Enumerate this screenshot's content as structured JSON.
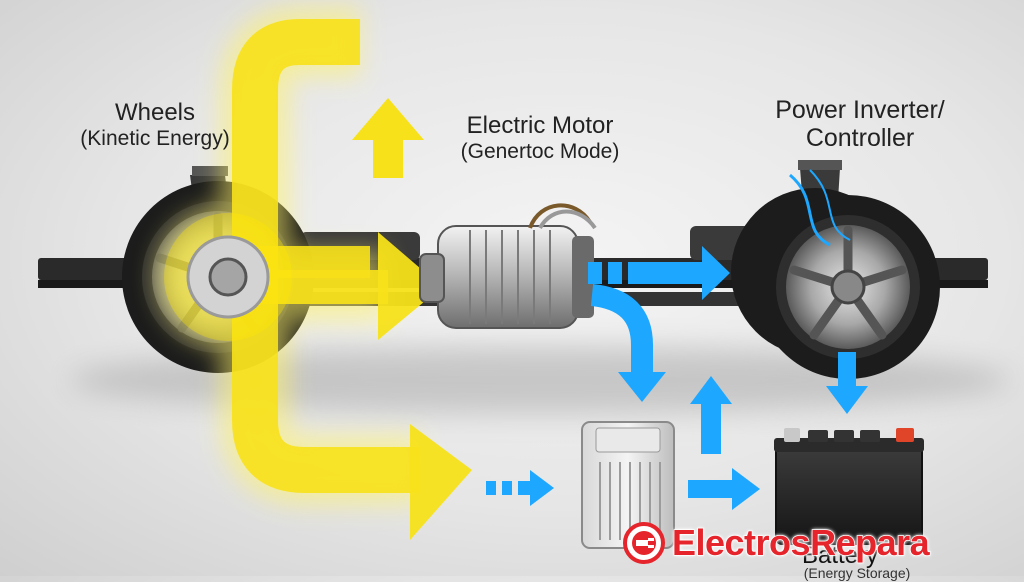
{
  "labels": {
    "wheels_title": "Wheels",
    "wheels_subtitle": "(Kinetic Energy)",
    "motor_title": "Electric Motor",
    "motor_subtitle": "(Genertoc Mode)",
    "inverter_line1": "Power Inverter/",
    "inverter_line2": "Controller",
    "battery_title": "Battery",
    "battery_subtitle": "(Energy Storage)"
  },
  "watermark": {
    "text": "ElectrosRepara"
  },
  "colors": {
    "kinetic_flow": "#f7e11a",
    "electric_flow": "#1ea7ff",
    "watermark": "#e5242b",
    "chassis": "#2a2a2a",
    "tire": "#1c1c1c"
  },
  "icons": {
    "wheels": "wheel-icon",
    "motor": "motor-icon",
    "inverter": "inverter-icon",
    "battery": "battery-icon",
    "watermark_logo": "power-plug-icon"
  }
}
